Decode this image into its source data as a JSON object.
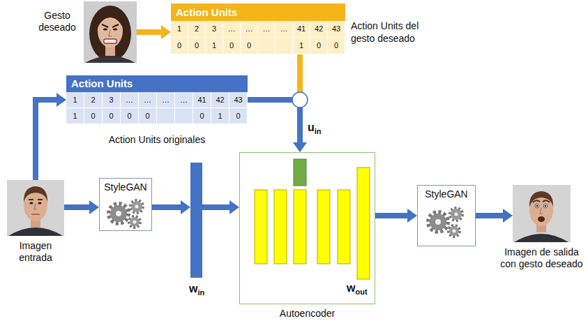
{
  "diagram": {
    "nodes": [
      {
        "text": [
          "Gesto deseado"
        ]
      },
      {
        "text": [
          "Action Units"
        ]
      },
      {
        "text": [
          "Action Units"
        ]
      },
      {
        "text": [
          "Imagen entrada"
        ]
      },
      {
        "text": [
          "StyleGAN"
        ]
      },
      {
        "text": [
          "w",
          "in"
        ]
      },
      {
        "text": [
          "Autoencoder"
        ]
      },
      {
        "text": [
          "StyleGAN"
        ]
      },
      {
        "text": [
          "Imagen de salida con gesto deseado"
        ]
      }
    ],
    "edges": [
      {
        "from": 0,
        "to": 1,
        "arrow": "to"
      },
      {
        "from": 1,
        "to": 6,
        "arrow": "to"
      },
      {
        "from": 2,
        "to": 6,
        "arrow": "to"
      },
      {
        "from": 3,
        "to": 2,
        "arrow": "to"
      },
      {
        "from": 3,
        "to": 4,
        "arrow": "to"
      },
      {
        "from": 4,
        "to": 5,
        "arrow": "to"
      },
      {
        "from": 5,
        "to": 6,
        "arrow": "to"
      },
      {
        "from": 6,
        "to": 7,
        "arrow": "to"
      },
      {
        "from": 7,
        "to": 8,
        "arrow": "to"
      }
    ],
    "labels": [
      "1",
      "2",
      "3",
      "…",
      "…",
      "…",
      "…",
      "41",
      "42",
      "43",
      "0",
      "0",
      "1",
      "0",
      "0",
      "1",
      "0",
      "0",
      "Action Units del gesto deseado",
      "1",
      "2",
      "3",
      "…",
      "…",
      "…",
      "…",
      "41",
      "42",
      "43",
      "1",
      "0",
      "0",
      "0",
      "0",
      "0",
      "1",
      "0",
      "Action Units originales",
      "u",
      "in",
      "w",
      "out"
    ]
  }
}
